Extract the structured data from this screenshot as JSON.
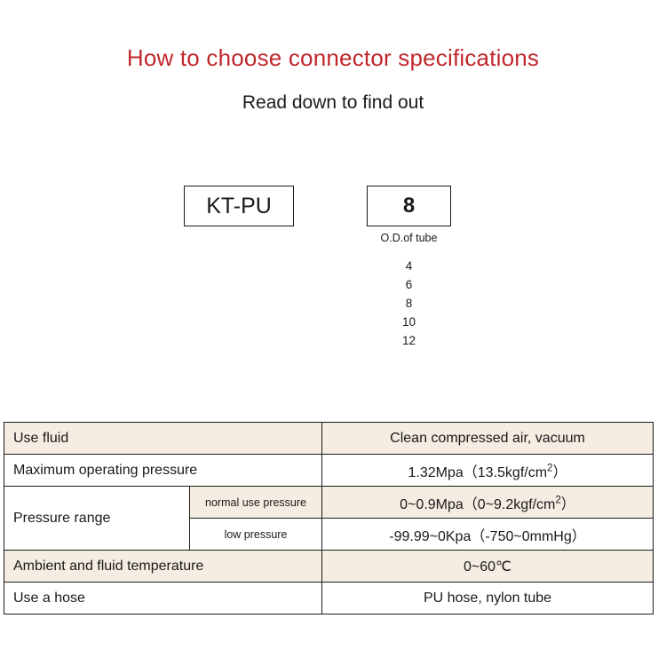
{
  "header": {
    "title": "How to choose connector specifications",
    "subtitle": "Read down to find out"
  },
  "part_code": {
    "series_box": "KT-PU",
    "size_box": "8",
    "size_caption": "O.D.of tube",
    "size_options": [
      "4",
      "6",
      "8",
      "10",
      "12"
    ]
  },
  "spec_table": {
    "rows": [
      {
        "label": "Use fluid",
        "sublabel": null,
        "value": "Clean compressed air, vacuum",
        "shaded": true
      },
      {
        "label": "Maximum operating pressure",
        "sublabel": null,
        "value_main": "1.32Mpa",
        "value_paren": "（13.5kgf/cm",
        "value_sup": "2",
        "value_paren_end": "）",
        "shaded": false
      },
      {
        "label": "Pressure range",
        "sublabel": "normal use pressure",
        "value_main": "0~0.9Mpa",
        "value_paren": "（0~9.2kgf/cm",
        "value_sup": "2",
        "value_paren_end": "）",
        "shaded": true
      },
      {
        "sublabel": "low pressure",
        "value": "-99.99~0Kpa（-750~0mmHg）",
        "shaded": false
      },
      {
        "label": "Ambient and fluid temperature",
        "sublabel": null,
        "value": "0~60℃",
        "shaded": true
      },
      {
        "label": "Use a hose",
        "sublabel": null,
        "value": "PU hose, nylon tube",
        "shaded": false
      }
    ]
  },
  "colors": {
    "title_red": "#c0272d",
    "table_shade": "#f5ece2",
    "border": "#1a1a1a"
  }
}
